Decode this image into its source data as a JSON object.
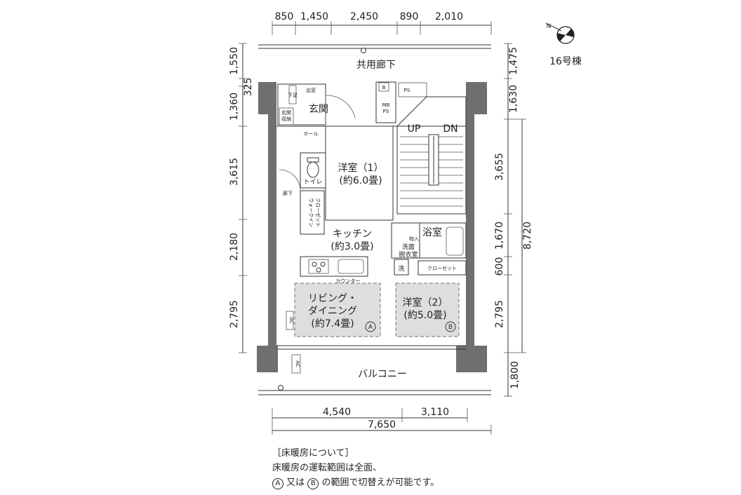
{
  "building": {
    "label": "16号棟",
    "north_marker": "N"
  },
  "dimensions": {
    "top": [
      "850",
      "1,450",
      "2,450",
      "890",
      "2,010"
    ],
    "left": [
      "1,550",
      "325",
      "1,360",
      "3,615",
      "2,180",
      "2,795"
    ],
    "right": [
      "1,475",
      "1,630",
      "3,655",
      "1,670",
      "600",
      "2,795",
      "1,800"
    ],
    "right_total": "8,720",
    "bottom": [
      "4,540",
      "3,110"
    ],
    "bottom_total": "7,650"
  },
  "rooms": {
    "corridor": "共用廊下",
    "entrance": "玄関",
    "entrance_storage": [
      "玄関",
      "収納"
    ],
    "shoes": "下足",
    "outlet": "出窓",
    "hall": "ホール",
    "toilet": "トイレ",
    "hallway": "廊下",
    "walk_in_closet": [
      "ウォークイン",
      "クローゼット"
    ],
    "mb": "B",
    "mbps": [
      "MB",
      "PS"
    ],
    "ps": "PS",
    "up": "UP",
    "dn": "DN",
    "western1": "洋室（1）",
    "western1_size": "(約6.0畳)",
    "kitchen": "キッチン",
    "kitchen_size": "(約3.0畳)",
    "bath": "浴室",
    "storage": "物入",
    "washroom": [
      "洗面",
      "脱衣室"
    ],
    "laundry": "洗",
    "closet": "クローゼット",
    "counter": "カウンター",
    "living": [
      "リビング・",
      "ダイニング"
    ],
    "living_size": "(約7.4畳)",
    "western2": "洋室（2）",
    "western2_size": "(約5.0畳)",
    "balcony": "バルコニー",
    "ac": "AC",
    "mark_a": "A",
    "mark_b": "B"
  },
  "note": {
    "heading": "［床暖房について］",
    "line1": "床暖房の運転範囲は全面、",
    "line2_a": "A",
    "line2_mid": "又は",
    "line2_b": "B",
    "line2_end": "の範囲で切替えが可能です。"
  }
}
